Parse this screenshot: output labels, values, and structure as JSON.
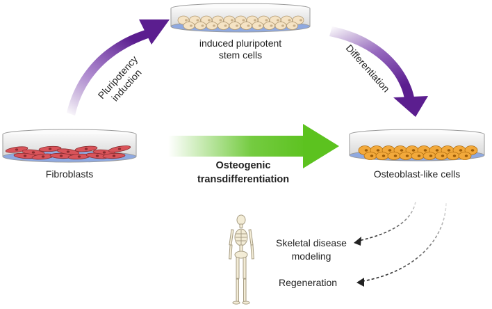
{
  "labels": {
    "ipsc_line1": "induced pluripotent",
    "ipsc_line2": "stem cells",
    "pluripotency_line1": "Pluripotency",
    "pluripotency_line2": "induction",
    "differentiation": "Differentiation",
    "fibroblasts": "Fibroblasts",
    "osteo_line1": "Osteogenic",
    "osteo_line2": "transdifferentiation",
    "osteoblast": "Osteoblast-like cells",
    "skeletal_line1": "Skeletal disease",
    "skeletal_line2": "modeling",
    "regeneration": "Regeneration"
  },
  "icons": {
    "ipsc_dish": "petri-dish-ipsc-icon",
    "fibroblast_dish": "petri-dish-fibroblast-icon",
    "osteoblast_dish": "petri-dish-osteoblast-icon",
    "skeleton": "skeleton-icon"
  },
  "colors": {
    "purple": "#5b1e8f",
    "green": "#5cc21f",
    "fibroblast": "#d9545a",
    "ipsc": "#f5e3c4",
    "osteoblast": "#f2a93b",
    "medium": "#8fa9e0",
    "bone": "#f3ecd6"
  }
}
